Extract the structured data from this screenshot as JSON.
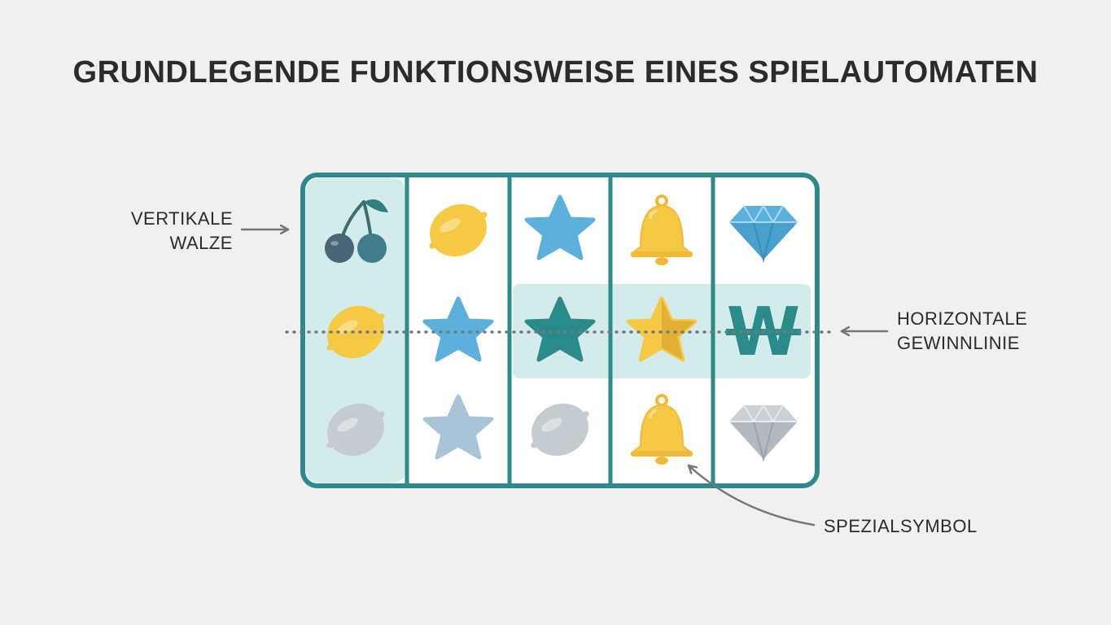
{
  "title": "GRUNDLEGENDE FUNKTIONSWEISE EINES SPIELAUTOMATEN",
  "labels": {
    "vertical": [
      "VERTIKALE",
      "WALZE"
    ],
    "horizontal": [
      "HORIZONTALE",
      "GEWINNLINIE"
    ],
    "special": "SPEZIALSYMBOL"
  },
  "reels": [
    [
      "cherry-icon",
      "lemon-icon",
      "lemon-grey-icon"
    ],
    [
      "lemon-icon",
      "star-icon",
      "star-grey-icon"
    ],
    [
      "star-icon",
      "star-dark-icon",
      "lemon-grey-icon"
    ],
    [
      "bell-icon",
      "star-gold-icon",
      "bell-icon"
    ],
    [
      "diamond-icon",
      "wild-icon",
      "diamond-grey-icon"
    ]
  ],
  "wild_text": "W",
  "colors": {
    "frame": "#2e8a8a",
    "highlight": "#d3ebea",
    "yellow": "#f6c945",
    "blue": "#5eb0dc",
    "teal": "#2b8a8a",
    "grey": "#c4ccd1",
    "arrow": "#777777"
  }
}
